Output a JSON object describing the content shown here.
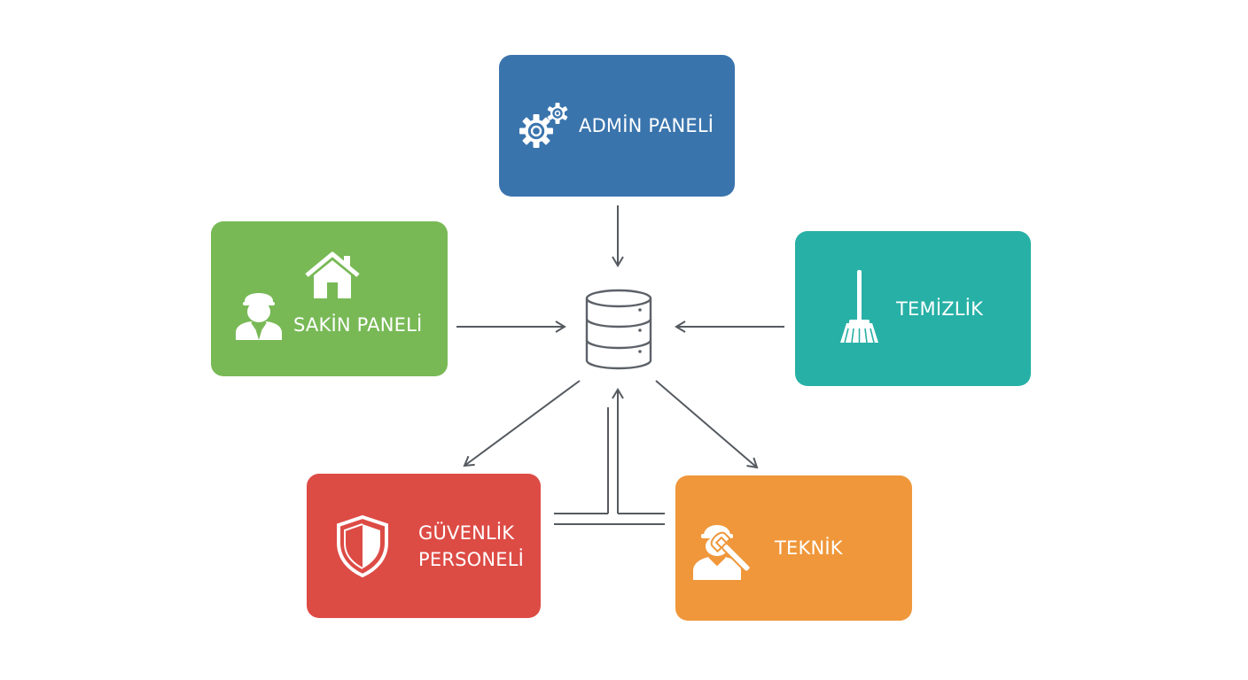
{
  "colors": {
    "admin": "#3a74ad",
    "sakin": "#78b956",
    "temizlik": "#27b0a6",
    "guvenlik": "#dd4b45",
    "teknik": "#ef973a",
    "connector": "#555a60",
    "database": "#5c6168"
  },
  "nodes": {
    "admin": {
      "label": "ADMİN PANELİ",
      "icon": "gears-icon"
    },
    "sakin": {
      "label": "SAKİN PANELİ",
      "icon": "resident-icon"
    },
    "temizlik": {
      "label": "TEMİZLİK",
      "icon": "broom-icon"
    },
    "guvenlik": {
      "label_line1": "GÜVENLİK",
      "label_line2": "PERSONELİ",
      "icon": "shield-icon"
    },
    "teknik": {
      "label": "TEKNİK",
      "icon": "technician-icon"
    }
  },
  "center": {
    "icon": "database-icon"
  }
}
